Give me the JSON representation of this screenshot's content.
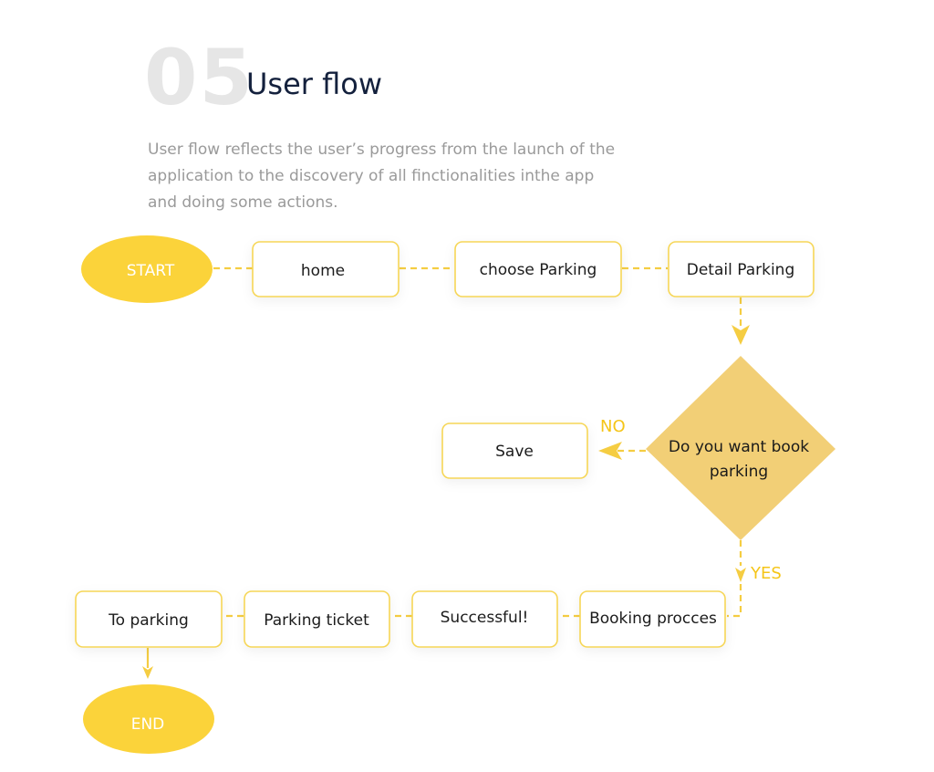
{
  "header": {
    "number": "05",
    "title": "User flow",
    "description_lines": [
      "User flow reflects the user’s progress from the launch of the",
      "application to the discovery of all finctionalities inthe app",
      "and doing some actions."
    ]
  },
  "flow": {
    "start": "START",
    "end": "END",
    "home": "home",
    "choose_parking": "choose Parking",
    "detail_parking": "Detail Parking",
    "decision": [
      "Do you want book",
      "parking"
    ],
    "save": "Save",
    "no_label": "NO",
    "yes_label": "YES",
    "booking_process": "Booking procces",
    "successful": "Successful!",
    "parking_ticket": "Parking ticket",
    "to_parking": "To parking"
  },
  "colors": {
    "terminal": "#fbd33a",
    "decision": "#f2cf76",
    "node_border": "#f6d657",
    "connector": "#f5cd42",
    "number": "#e6e6e6",
    "title": "#14213d"
  }
}
